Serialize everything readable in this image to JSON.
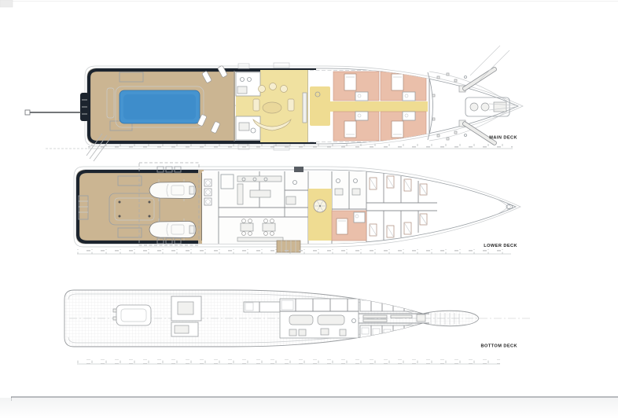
{
  "drawing": {
    "type": "yacht-general-arrangement",
    "deck_count": 3
  },
  "decks": {
    "main": {
      "label": "MAIN DECK"
    },
    "lower": {
      "label": "LOWER DECK"
    },
    "bottom": {
      "label": "BOTTOM DECK"
    }
  },
  "colors": {
    "hull-dark": "#1c242e",
    "teak": "#cbb592",
    "salon": "#f0e1a0",
    "corridor": "#efdc92",
    "cabin": "#eabfaa",
    "pool": "#4694d0",
    "pool-deep": "#2f7fc0",
    "line": "#9aa0a5",
    "line-light": "#c9ccce",
    "grid": "#e3e4e5",
    "paper-edge": "#8f9296"
  }
}
